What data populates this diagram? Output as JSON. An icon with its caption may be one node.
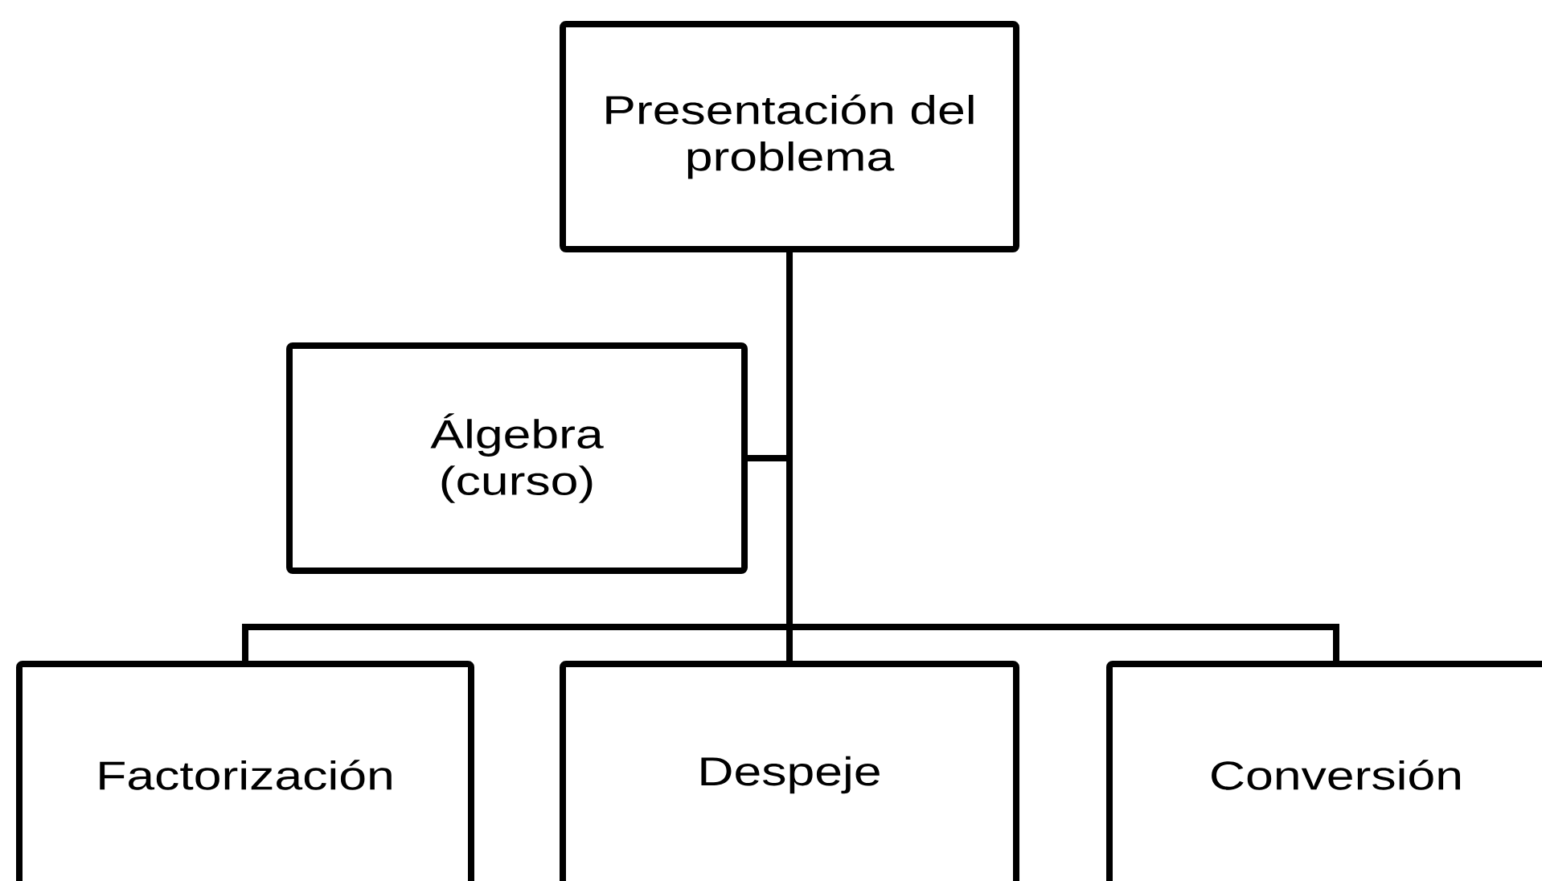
{
  "diagram": {
    "nodes": [
      {
        "text": [
          "Presentación del problema"
        ]
      },
      {
        "text": [
          "Álgebra (curso)"
        ]
      },
      {
        "text": [
          "Factorización"
        ]
      },
      {
        "text": [
          "Despeje"
        ]
      },
      {
        "text": [
          "Conversión"
        ]
      }
    ],
    "edges": [
      {
        "from": 0,
        "to": 1,
        "arrow": "none"
      },
      {
        "from": 0,
        "to": 2,
        "arrow": "none"
      },
      {
        "from": 0,
        "to": 3,
        "arrow": "none"
      },
      {
        "from": 0,
        "to": 4,
        "arrow": "none"
      }
    ]
  }
}
